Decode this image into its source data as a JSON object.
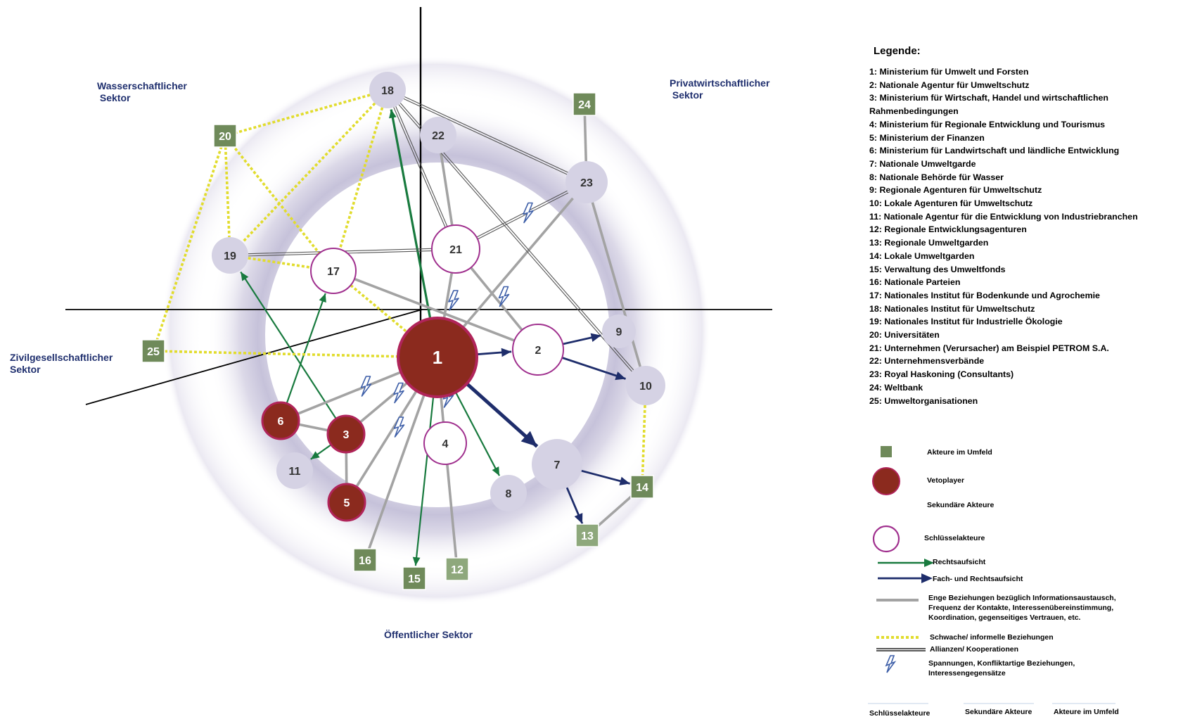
{
  "sectors": {
    "top_left": "Wasserschaftlicher\n Sektor",
    "top_right": "Privatwirtschaftlicher\n Sektor",
    "left": "Zivilgesellschaftlicher\nSektor",
    "bottom": "Öffentlicher Sektor"
  },
  "nodes": [
    {
      "id": "1",
      "label": "1",
      "type": "vetoplayer"
    },
    {
      "id": "2",
      "label": "2",
      "type": "key"
    },
    {
      "id": "3",
      "label": "3",
      "type": "vetoplayer"
    },
    {
      "id": "4",
      "label": "4",
      "type": "key"
    },
    {
      "id": "5",
      "label": "5",
      "type": "vetoplayer"
    },
    {
      "id": "6",
      "label": "6",
      "type": "vetoplayer"
    },
    {
      "id": "7",
      "label": "7",
      "type": "secondary"
    },
    {
      "id": "8",
      "label": "8",
      "type": "secondary"
    },
    {
      "id": "9",
      "label": "9",
      "type": "secondary"
    },
    {
      "id": "10",
      "label": "10",
      "type": "secondary"
    },
    {
      "id": "11",
      "label": "11",
      "type": "secondary"
    },
    {
      "id": "12",
      "label": "12",
      "type": "environment"
    },
    {
      "id": "13",
      "label": "13",
      "type": "environment"
    },
    {
      "id": "14",
      "label": "14",
      "type": "environment"
    },
    {
      "id": "15",
      "label": "15",
      "type": "environment"
    },
    {
      "id": "16",
      "label": "16",
      "type": "environment"
    },
    {
      "id": "17",
      "label": "17",
      "type": "key"
    },
    {
      "id": "18",
      "label": "18",
      "type": "secondary"
    },
    {
      "id": "19",
      "label": "19",
      "type": "secondary"
    },
    {
      "id": "20",
      "label": "20",
      "type": "environment"
    },
    {
      "id": "21",
      "label": "21",
      "type": "key"
    },
    {
      "id": "22",
      "label": "22",
      "type": "secondary"
    },
    {
      "id": "23",
      "label": "23",
      "type": "secondary"
    },
    {
      "id": "24",
      "label": "24",
      "type": "environment"
    },
    {
      "id": "25",
      "label": "25",
      "type": "environment"
    }
  ],
  "edges": [
    {
      "from": "1",
      "to": "18",
      "kind": "supervision"
    },
    {
      "from": "1",
      "to": "15",
      "kind": "supervision"
    },
    {
      "from": "1",
      "to": "8",
      "kind": "supervision"
    },
    {
      "from": "6",
      "to": "17",
      "kind": "supervision"
    },
    {
      "from": "3",
      "to": "19",
      "kind": "supervision"
    },
    {
      "from": "3",
      "to": "11",
      "kind": "supervision"
    },
    {
      "from": "1",
      "to": "2",
      "kind": "technical"
    },
    {
      "from": "1",
      "to": "7",
      "kind": "technical"
    },
    {
      "from": "2",
      "to": "9",
      "kind": "technical"
    },
    {
      "from": "2",
      "to": "10",
      "kind": "technical"
    },
    {
      "from": "7",
      "to": "14",
      "kind": "technical"
    },
    {
      "from": "7",
      "to": "13",
      "kind": "technical"
    },
    {
      "from": "1",
      "to": "6",
      "kind": "close"
    },
    {
      "from": "1",
      "to": "3",
      "kind": "close"
    },
    {
      "from": "1",
      "to": "5",
      "kind": "close"
    },
    {
      "from": "1",
      "to": "16",
      "kind": "close"
    },
    {
      "from": "1",
      "to": "4",
      "kind": "close"
    },
    {
      "from": "1",
      "to": "23",
      "kind": "close"
    },
    {
      "from": "1",
      "to": "21",
      "kind": "close"
    },
    {
      "from": "6",
      "to": "3",
      "kind": "close"
    },
    {
      "from": "3",
      "to": "5",
      "kind": "close"
    },
    {
      "from": "4",
      "to": "12",
      "kind": "close"
    },
    {
      "from": "21",
      "to": "2",
      "kind": "close"
    },
    {
      "from": "17",
      "to": "2",
      "kind": "close"
    },
    {
      "from": "21",
      "to": "22",
      "kind": "close"
    },
    {
      "from": "23",
      "to": "24",
      "kind": "close"
    },
    {
      "from": "23",
      "to": "10",
      "kind": "close"
    },
    {
      "from": "13",
      "to": "14",
      "kind": "close"
    },
    {
      "from": "18",
      "to": "20",
      "kind": "weak"
    },
    {
      "from": "18",
      "to": "19",
      "kind": "weak"
    },
    {
      "from": "18",
      "to": "17",
      "kind": "weak"
    },
    {
      "from": "20",
      "to": "19",
      "kind": "weak"
    },
    {
      "from": "20",
      "to": "17",
      "kind": "weak"
    },
    {
      "from": "20",
      "to": "25",
      "kind": "weak"
    },
    {
      "from": "19",
      "to": "17",
      "kind": "weak"
    },
    {
      "from": "25",
      "to": "1",
      "kind": "weak"
    },
    {
      "from": "17",
      "to": "1",
      "kind": "weak"
    },
    {
      "from": "10",
      "to": "14",
      "kind": "weak"
    },
    {
      "from": "18",
      "to": "21",
      "kind": "alliance"
    },
    {
      "from": "18",
      "to": "23",
      "kind": "alliance"
    },
    {
      "from": "18",
      "to": "10",
      "kind": "alliance"
    },
    {
      "from": "19",
      "to": "21",
      "kind": "alliance"
    },
    {
      "from": "21",
      "to": "23",
      "kind": "alliance"
    }
  ],
  "conflicts": [
    {
      "from": "1",
      "to": "21"
    },
    {
      "from": "21",
      "to": "2"
    },
    {
      "from": "1",
      "to": "6"
    },
    {
      "from": "1",
      "to": "3"
    },
    {
      "from": "1",
      "to": "5"
    },
    {
      "from": "1",
      "to": "4"
    },
    {
      "from": "21",
      "to": "23"
    }
  ],
  "legend": {
    "title": "Legende:",
    "items": [
      "1:  Ministerium für Umwelt und Forsten",
      "2:  Nationale Agentur für Umweltschutz",
      "3:  Ministerium für Wirtschaft, Handel und wirtschaftlichen",
      "Rahmenbedingungen",
      "4:  Ministerium für Regionale Entwicklung und Tourismus",
      "5:  Ministerium der Finanzen",
      "6:  Ministerium für Landwirtschaft und ländliche Entwicklung",
      "7:  Nationale Umweltgarde",
      "8:  Nationale Behörde für Wasser",
      "9:  Regionale Agenturen für Umweltschutz",
      "10:  Lokale Agenturen für Umweltschutz",
      "11:  Nationale Agentur für die Entwicklung von Industriebranchen",
      "12: Regionale Entwicklungsagenturen",
      "13:  Regionale Umweltgarden",
      "14:  Lokale Umweltgarden",
      "15:  Verwaltung des Umweltfonds",
      "16:  Nationale Parteien",
      "17:  Nationales Institut für Bodenkunde und Agrochemie",
      "18:  Nationales Institut für Umweltschutz",
      "19:  Nationales Institut für Industrielle Ökologie",
      "20:  Universitäten",
      "21:  Unternehmen (Verursacher) am Beispiel PETROM S.A.",
      "22:  Unternehmensverbände",
      "23:  Royal Haskoning (Consultants)",
      "24:  Weltbank",
      "25:  Umweltorganisationen"
    ],
    "symbols": {
      "environment": "Akteure im Umfeld",
      "vetoplayer": "Vetoplayer",
      "secondary": "Sekundäre Akteure",
      "key": "Schlüsselakteure",
      "supervision": "Rechtsaufsicht",
      "technical": "Fach- und Rechtsaufsicht",
      "close_lines": [
        "Enge Beziehungen bezüglich Informationsaustausch,",
        "Frequenz der Kontakte, Interessenübereinstimmung,",
        "Koordination, gegenseitiges Vertrauen, etc."
      ],
      "weak": "Schwache/ informelle Beziehungen",
      "alliance": "Allianzen/ Kooperationen",
      "conflict_lines": [
        "Spannungen, Konfliktartige Beziehungen,",
        "Interessengegensätze"
      ]
    },
    "bottom": {
      "key": "Schlüsselakteure",
      "secondary": "Sekundäre Akteure",
      "environment": "Akteure im Umfeld"
    }
  },
  "colors": {
    "vetoplayer_fill": "#8b2a1e",
    "vetoplayer_ring": "#b0245a",
    "key_ring": "#a0308e",
    "secondary_fill": "#d5d2e4",
    "environment_fill": "#6f8a5a",
    "environment_fill_light": "#8ea87c",
    "supervision": "#187a3e",
    "technical": "#1e2d6b",
    "close": "#a3a3a3",
    "weak": "#e1dc2d",
    "alliance": "#555555",
    "conflict": "#3e5fa8",
    "sector_text": "#1f2f6e"
  }
}
